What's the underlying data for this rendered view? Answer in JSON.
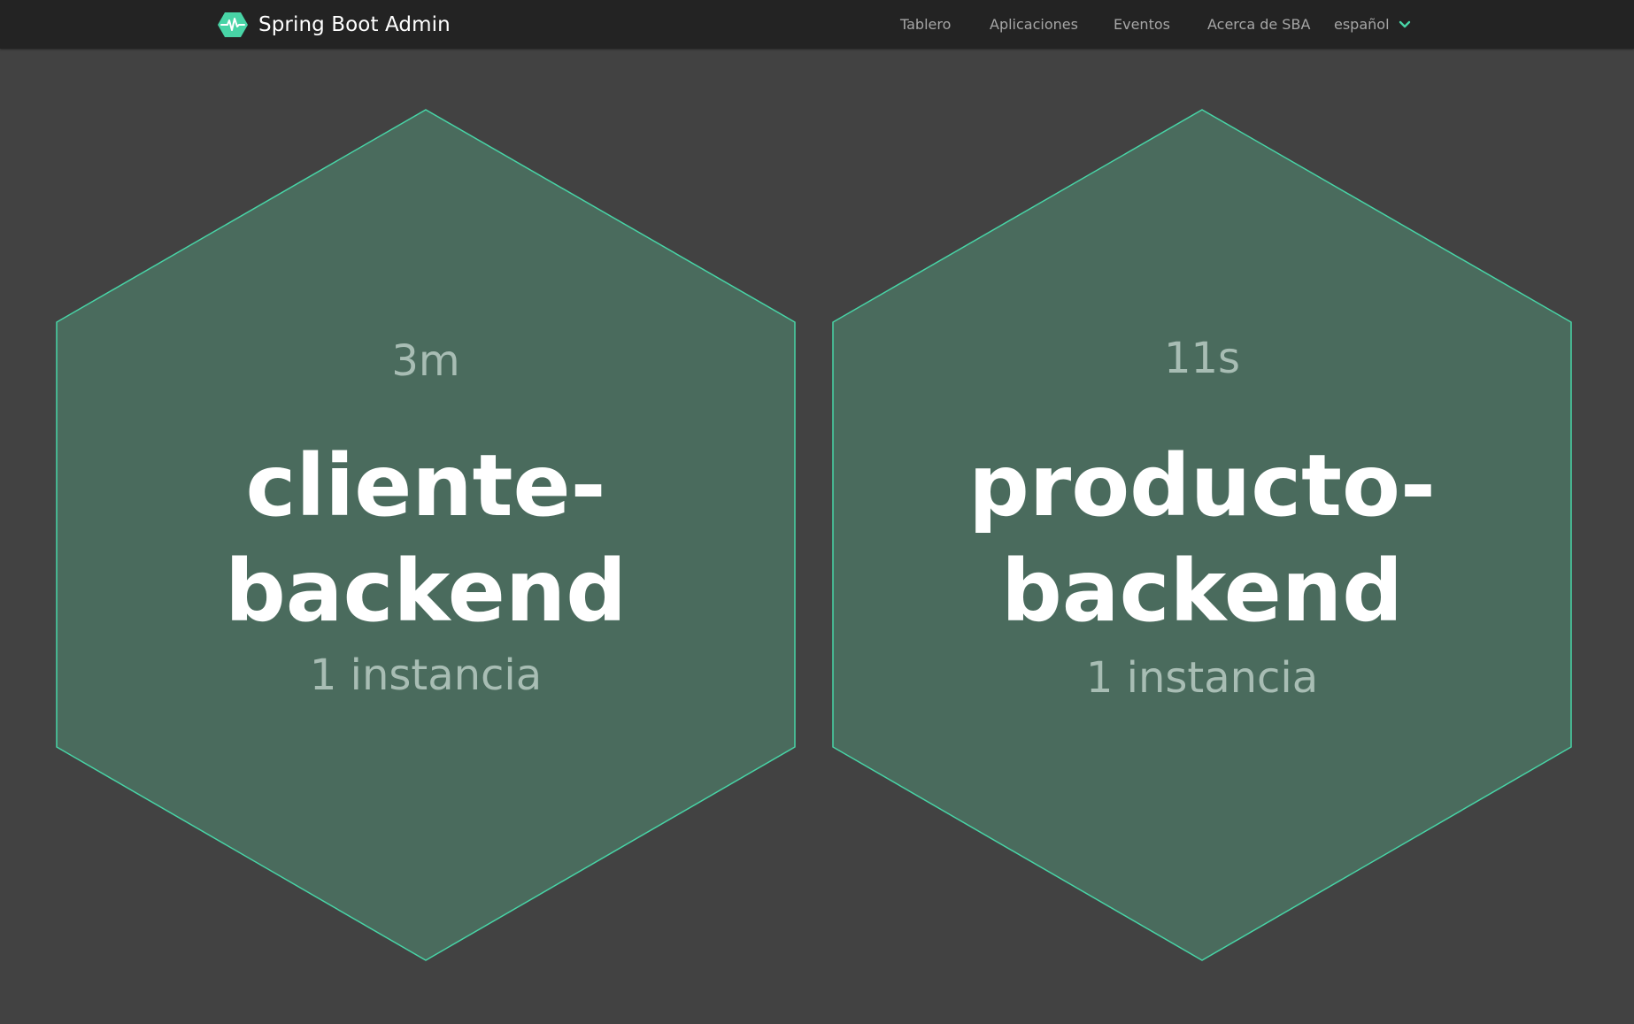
{
  "app": {
    "title": "Spring Boot Admin",
    "logo_icon": "heartbeat-hexagon-icon"
  },
  "nav": {
    "items": [
      {
        "label": "Tablero"
      },
      {
        "label": "Aplicaciones"
      },
      {
        "label": "Eventos"
      },
      {
        "label": "Acerca de SBA"
      }
    ],
    "language": {
      "selected": "español",
      "icon": "chevron-down-icon"
    }
  },
  "applications": [
    {
      "time": "3m",
      "name_line1": "cliente-",
      "name_line2": "backend",
      "instances": "1 instancia",
      "status_color": "#48d4a6"
    },
    {
      "time": "11s",
      "name_line1": "producto-",
      "name_line2": "backend",
      "instances": "1 instancia",
      "status_color": "#48d4a6"
    }
  ],
  "colors": {
    "navbar_bg": "#232323",
    "page_bg": "#424242",
    "hex_fill": "#4a6b5d",
    "hex_stroke": "#48d4a6",
    "accent": "#48d4a6"
  }
}
